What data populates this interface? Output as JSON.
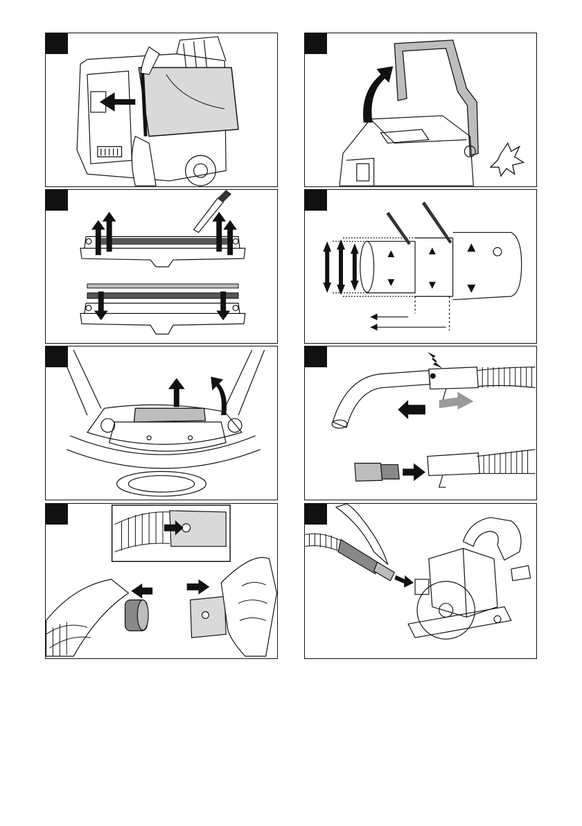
{
  "page": {
    "panels": [
      {
        "step": "",
        "content": "remove-dust-bag"
      },
      {
        "step": "",
        "content": "lift-handle"
      },
      {
        "step": "",
        "content": "replace-floor-nozzle-strips"
      },
      {
        "step": "",
        "content": "hose-connector-diameters"
      },
      {
        "step": "",
        "content": "remove-filter-cover"
      },
      {
        "step": "",
        "content": "release-hose-adapter"
      },
      {
        "step": "",
        "content": "attach-hose-connector"
      },
      {
        "step": "",
        "content": "connect-power-tool"
      }
    ]
  },
  "colors": {
    "ink": "#111111",
    "grey": "#9a9a9a",
    "light": "#d9d9d9",
    "paper": "#ffffff"
  }
}
